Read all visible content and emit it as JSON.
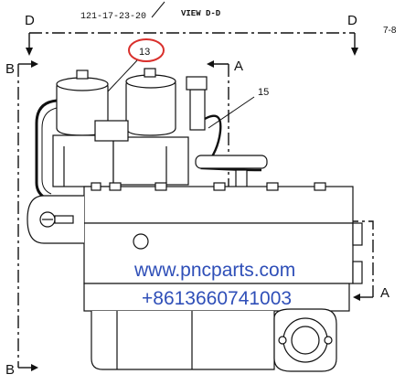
{
  "header": {
    "part_ref": "121-17-23-20",
    "view_title": "VIEW D-D",
    "page_ref": "7-8"
  },
  "section_markers": {
    "d_left": "D",
    "d_right": "D",
    "b_top": "B",
    "b_bottom": "B",
    "a_top": "A",
    "a_bottom": "A"
  },
  "callouts": {
    "item_13": "13",
    "item_15": "15",
    "highlight_color": "#d9302c"
  },
  "watermark": {
    "site": "www.pncparts.com",
    "phone": "+8613660741003",
    "color": "#2f4fb8"
  }
}
